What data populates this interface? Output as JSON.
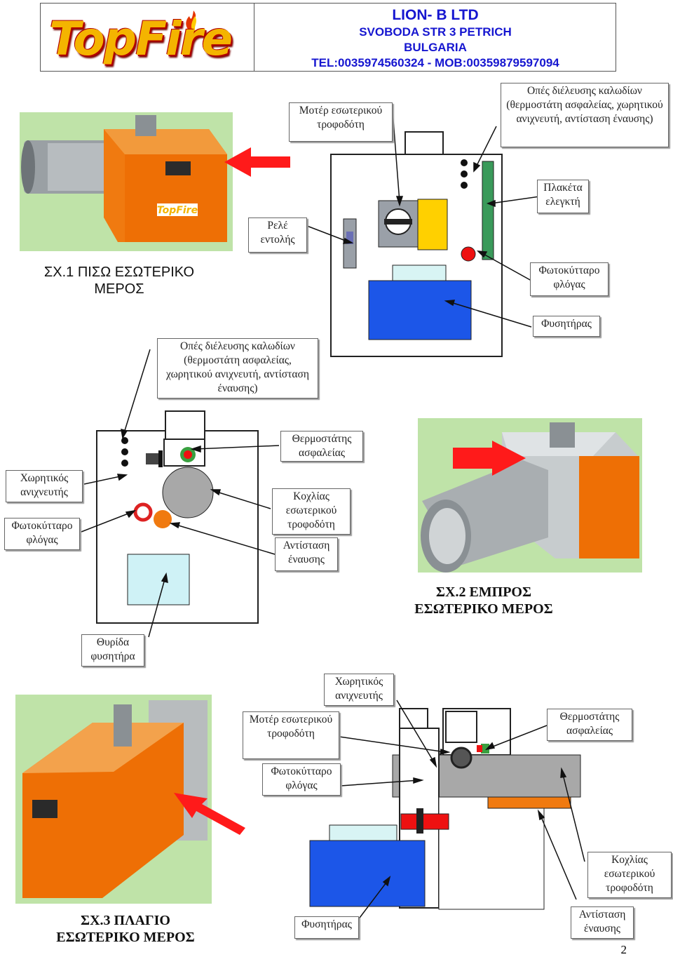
{
  "header": {
    "logo_text": "TopFire",
    "company_name": "LION- B  LTD",
    "address_line": "SVOBODA  STR  3  PETRICH",
    "country": "BULGARIA",
    "phone_line": "TEL:0035974560324  -  MOB:00359879597094"
  },
  "fig1": {
    "caption": "ΣΧ.1 ΠΙΣΩ ΕΣΩΤΕΡΙΚΟ ΜΕΡΟΣ",
    "photo_logo": "TopFire",
    "labels": {
      "motor": "Μοτέρ εσωτερικού τροφοδότη",
      "cable_holes": "Οπές διέλευσης καλωδίων (θερμοστάτη ασφαλείας, χωρητικού ανιχνευτή, αντίσταση έναυσης)",
      "control_board": "Πλακέτα ελεγκτή",
      "relay": "Ρελέ εντολής",
      "photocell": "Φωτοκύτταρο φλόγας",
      "fan": "Φυσητήρας"
    }
  },
  "fig2": {
    "caption": "ΣΧ.2 ΕΜΠΡΟΣ ΕΣΩΤΕΡΙΚΟ ΜΕΡΟΣ",
    "labels": {
      "cable_holes": "Οπές διέλευσης καλωδίων (θερμοστάτη ασφαλείας, χωρητικού ανιχνευτή, αντίσταση έναυσης)",
      "safety_thermostat": "Θερμοστάτης ασφαλείας",
      "capacitive_sensor": "Χωρητικός ανιχνευτής",
      "photocell": "Φωτοκύτταρο φλόγας",
      "auger": "Κοχλίας εσωτερικού τροφοδότη",
      "ignition": "Αντίσταση έναυσης",
      "fan_door": "Θυρίδα φυσητήρα"
    }
  },
  "fig3": {
    "caption": "ΣΧ.3 ΠΛΑΓΙΟ ΕΣΩΤΕΡΙΚΟ ΜΕΡΟΣ",
    "labels": {
      "capacitive_sensor": "Χωρητικός ανιχνευτής",
      "motor": "Μοτέρ εσωτερικού τροφοδότη",
      "safety_thermostat": "Θερμοστάτης ασφαλείας",
      "photocell": "Φωτοκύτταρο φλόγας",
      "auger": "Κοχλίας εσωτερικού τροφοδότη",
      "fan": "Φυσητήρας",
      "ignition": "Αντίσταση έναυσης"
    }
  },
  "page_number": "2"
}
